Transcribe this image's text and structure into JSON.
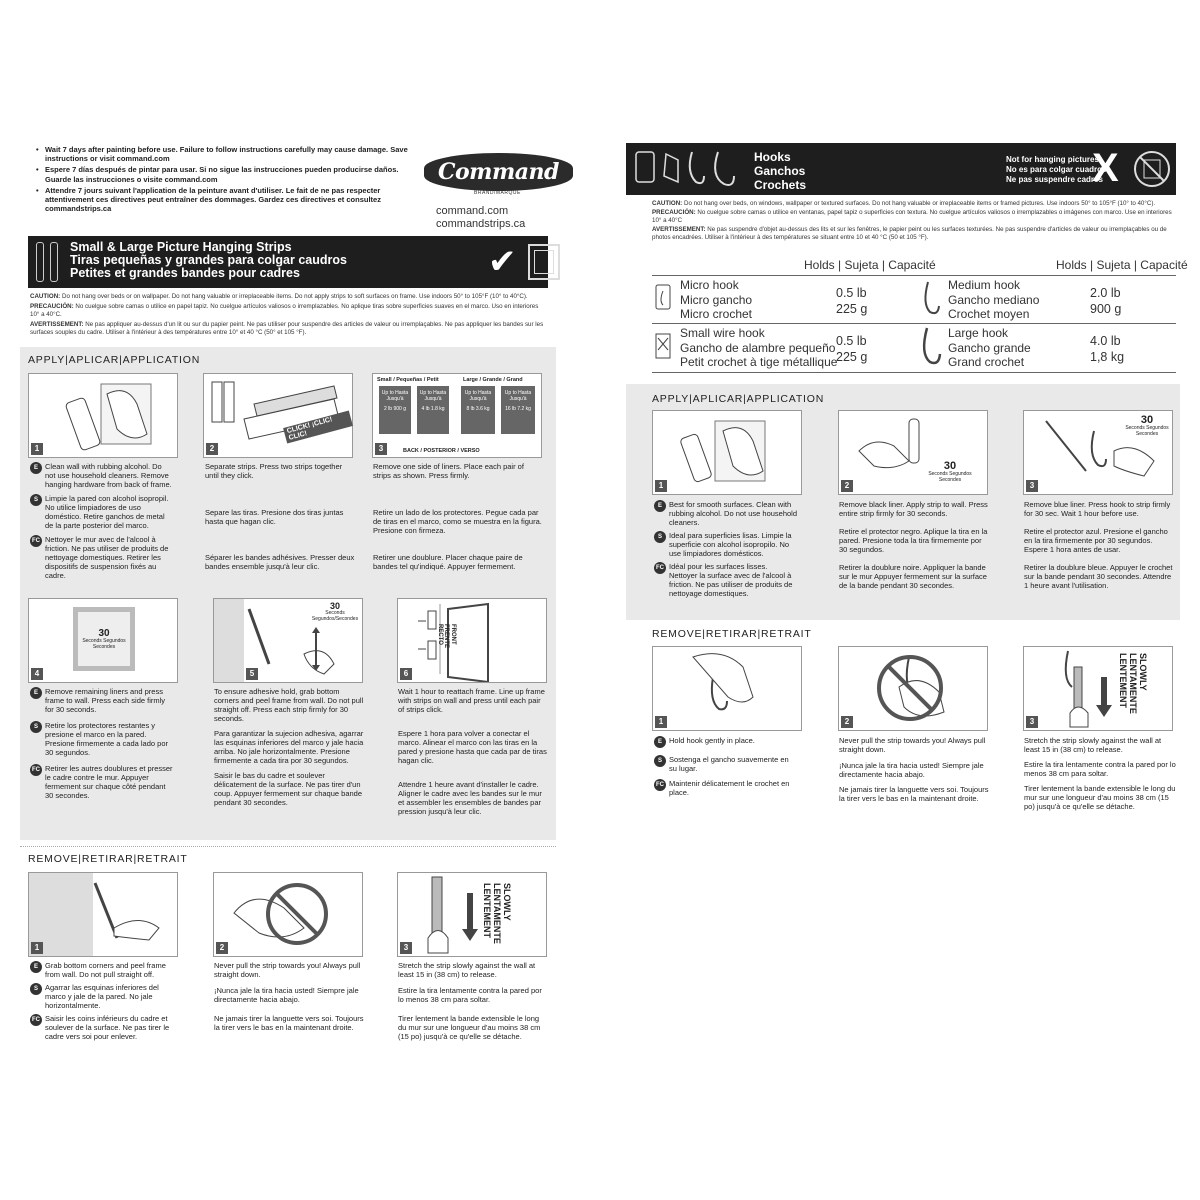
{
  "left": {
    "intro": [
      "Wait 7 days after painting before use. Failure to follow instructions carefully may cause damage. Save instructions or visit command.com",
      "Espere 7 días después de pintar para usar. Si no sigue las instrucciones pueden producirse daños. Guarde las instrucciones o visite command.com",
      "Attendre 7 jours suivant l'application de la peinture avant d'utiliser. Le fait de ne pas respecter attentivement ces directives peut entraîner des dommages. Gardez ces directives et consultez commandstrips.ca"
    ],
    "logo": "Command",
    "logo_sub": "BRAND/MARQUE",
    "url1": "command.com",
    "url2": "commandstrips.ca",
    "banner": [
      "Small & Large Picture Hanging Strips",
      "Tiras pequeñas y grandes para colgar caudros",
      "Petites et grandes bandes pour cadres"
    ],
    "caution": {
      "en_label": "CAUTION:",
      "en": "Do not hang over beds or on wallpaper. Do not hang valuable or irreplaceable items. Do not apply strips to soft surfaces on frame. Use indoors 50° to 105°F (10° to 40°C).",
      "es_label": "PRECAUCIÓN:",
      "es": "No cuelgue sobre camas o utilice en papel tapiz. No cuelgue artículos valiosos o irremplazables. No aplique tiras sobre superficies suaves en el marco. Uso en interiores 10° a 40°C.",
      "fr_label": "AVERTISSEMENT:",
      "fr": "Ne pas appliquer au-dessus d'un lit ou sur du papier peint. Ne pas utiliser pour suspendre des articles de valeur ou irremplaçables. Ne pas appliquer les bandes sur les surfaces souples du cadre. Utiliser à l'intérieur à des températures entre 10° et 40 °C (50° et 105 °F)."
    },
    "apply_title": "APPLY|APLICAR|APPLICATION",
    "apply_steps": [
      {
        "n": "1",
        "e": "Clean wall with rubbing alcohol. Do not use household cleaners. Remove hanging hardware from back of frame.",
        "s": "Limpie la pared con alcohol isopropil. No utilice limpiadores de uso doméstico. Retire ganchos de metal de la parte posterior del marco.",
        "f": "Nettoyer le mur avec de l'alcool à friction. Ne pas utiliser de produits de nettoyage domestiques. Retirer les dispositifs de suspension fixés au cadre."
      },
      {
        "n": "2",
        "e": "Separate strips. Press two strips together until they click.",
        "s": "Separe las tiras. Presione dos tiras juntas hasta que hagan clic.",
        "f": "Séparer les bandes adhésives. Presser deux bandes ensemble jusqu'à leur clic."
      },
      {
        "n": "3",
        "e": "Remove one side of liners. Place each pair of strips as shown. Press firmly.",
        "s": "Retire un lado de los protectores. Pegue cada par de tiras en el marco, como se muestra en la figura. Presione con firmeza.",
        "f": "Retirer une doublure. Placer chaque paire de bandes tel qu'indiqué. Appuyer fermement."
      },
      {
        "n": "4",
        "e": "Remove remaining liners and press frame to wall. Press each side firmly for 30 seconds.",
        "s": "Retire los protectores restantes y presione el marco en la pared. Presione firmemente a cada lado por 30 segundos.",
        "f": "Retirer les autres doublures et presser le cadre contre le mur. Appuyer fermement sur chaque côté pendant 30 secondes."
      },
      {
        "n": "5",
        "e": "To ensure adhesive hold, grab bottom corners and peel frame from wall. Do not pull straight off. Press each strip firmly for 30 seconds.",
        "s": "Para garantizar la sujecion adhesiva, agarrar las esquinas inferiores del marco y jale hacia arriba. No jale horizontalmente. Presione firmemente a cada tira por 30 segundos.",
        "f": "Saisir le bas du cadre et soulever délicatement de la surface. Ne pas tirer d'un coup. Appuyer fermement sur chaque bande pendant 30 secondes."
      },
      {
        "n": "6",
        "e": "Wait 1 hour to reattach frame. Line up frame with strips on wall and press until each pair of strips click.",
        "s": "Espere 1 hora para volver a conectar el marco. Alinear el marco con las tiras en la pared y presione hasta que cada par de tiras hagan clic.",
        "f": "Attendre 1 heure avant d'installer le cadre. Aligner le cadre avec les bandes sur le mur et assembler les ensembles de bandes par pression jusqu'à leur clic."
      }
    ],
    "img": {
      "click": "CLICK! ¡CLIC! CLIC!",
      "size_small": "Small / Pequeñas / Petit",
      "size_large": "Large / Grande / Grand",
      "back": "BACK / POSTERIOR / VERSO",
      "upto": "Up to Hasta Jusqu'à",
      "w1": "2 lb 900 g",
      "w2": "4 lb 1.8 kg",
      "w3": "8 lb 3.6 kg",
      "w4": "16 lb 7.2 kg",
      "thirty": "30",
      "seconds": "Seconds Segundos Secondes",
      "seconds2": "Seconds Segundos/Secondes",
      "front": "FRONT FRENTE RECTO",
      "slowly": "SLOWLY LENTAMENTE LENTEMENT"
    },
    "remove_title": "REMOVE|RETIRAR|RETRAIT",
    "remove_steps": [
      {
        "n": "1",
        "e": "Grab bottom corners and peel frame from wall. Do not pull straight off.",
        "s": "Agarrar las esquinas inferiores del marco y jale de la pared. No jale horizontalmente.",
        "f": "Saisir les coins inférieurs du cadre et soulever de la surface. Ne pas tirer le cadre vers soi pour enlever."
      },
      {
        "n": "2",
        "e": "Never pull the strip towards you! Always pull straight down.",
        "s": "¡Nunca jale la tira hacia usted! Siempre jale directamente hacia abajo.",
        "f": "Ne jamais tirer la languette vers soi. Toujours la tirer vers le bas en la maintenant droite."
      },
      {
        "n": "3",
        "e": "Stretch the strip slowly against the wall at least 15 in (38 cm) to release.",
        "s": "Estire la tira lentamente contra la pared por lo menos 38 cm para soltar.",
        "f": "Tirer lentement la bande extensible le long du mur sur une longueur d'au moins 38 cm (15 po) jusqu'à ce qu'elle se détache."
      }
    ]
  },
  "right": {
    "banner": [
      "Hooks",
      "Ganchos",
      "Crochets"
    ],
    "not_for": [
      "Not for hanging pictures",
      "No es para colgar cuadros",
      "Ne pas suspendre cadres"
    ],
    "x": "X",
    "caution": {
      "en_label": "CAUTION:",
      "en": "Do not hang over beds, on windows, wallpaper or textured surfaces. Do not hang valuable or irreplaceable items or framed pictures. Use indoors 50° to 105°F (10° to 40°C).",
      "es_label": "PRECAUCIÓN:",
      "es": "No cuelgue sobre camas o utilice en ventanas, papel tapiz o superficies con textura. No cuelgue artículos valiosos o irremplazables o imágenes con marco. Use en interiores 10° a 40°C",
      "fr_label": "AVERTISSEMENT:",
      "fr": "Ne pas suspendre d'objet au-dessus des lits et sur les fenêtres, le papier peint ou les surfaces texturées. Ne pas suspendre d'articles de valeur ou irremplaçables ou de photos encadrées. Utiliser à l'intérieur à des températures se situant entre 10 et 40 °C (50 et 105 °F)."
    },
    "holds_header": "Holds | Sujeta | Capacité",
    "hooks": [
      {
        "names": [
          "Micro hook",
          "Micro gancho",
          "Micro crochet"
        ],
        "lb": "0.5 lb",
        "g": "225 g"
      },
      {
        "names": [
          "Medium hook",
          "Gancho mediano",
          "Crochet moyen"
        ],
        "lb": "2.0 lb",
        "g": "900 g"
      },
      {
        "names": [
          "Small wire hook",
          "Gancho de alambre pequeño",
          "Petit crochet à tige métallique"
        ],
        "lb": "0.5 lb",
        "g": "225 g"
      },
      {
        "names": [
          "Large hook",
          "Gancho grande",
          "Grand crochet"
        ],
        "lb": "4.0 lb",
        "g": "1,8 kg"
      }
    ],
    "apply_title": "APPLY|APLICAR|APPLICATION",
    "apply_steps": [
      {
        "n": "1",
        "e": "Best for smooth surfaces. Clean with rubbing alcohol. Do not use household cleaners.",
        "s": "Ideal para superficies lisas. Limpie la superficie con alcohol isopropilo. No use limpiadores domésticos.",
        "f": "Idéal pour les surfaces lisses. Nettoyer la surface avec de l'alcool à friction. Ne pas utiliser de produits de nettoyage domestiques."
      },
      {
        "n": "2",
        "e": "Remove black liner. Apply strip to wall. Press entire strip firmly for 30 seconds.",
        "s": "Retire el protector negro. Aplique la tira en la pared. Presione toda la tira firmemente por 30 segundos.",
        "f": "Retirer la doublure noire. Appliquer la bande sur le mur Appuyer fermement sur la surface de la bande pendant 30 secondes."
      },
      {
        "n": "3",
        "e": "Remove blue liner. Press hook to strip firmly for 30 sec. Wait 1 hour before use.",
        "s": "Retire el protector azul. Presione el gancho en la tira firmemente por 30 segundos. Espere 1 hora antes de usar.",
        "f": "Retirer la doublure bleue. Appuyer le crochet sur la bande pendant 30 secondes. Attendre 1 heure avant l'utilisation."
      }
    ],
    "remove_title": "REMOVE|RETIRAR|RETRAIT",
    "remove_steps": [
      {
        "n": "1",
        "e": "Hold hook gently in place.",
        "s": "Sostenga el gancho suavemente en su lugar.",
        "f": "Maintenir délicatement le crochet en place."
      },
      {
        "n": "2",
        "e": "Never pull the strip towards you! Always pull straight down.",
        "s": "¡Nunca jale la tira hacia usted! Siempre jale directamente hacia abajo.",
        "f": "Ne jamais tirer la languette vers soi. Toujours la tirer vers le bas en la maintenant droite."
      },
      {
        "n": "3",
        "e": "Stretch the strip slowly against the wall at least 15 in (38 cm) to release.",
        "s": "Estire la tira lentamente contra la pared por lo menos 38 cm para soltar.",
        "f": "Tirer lentement la bande extensible le long du mur sur une longueur d'au moins 38 cm (15 po) jusqu'à ce qu'elle se détache."
      }
    ]
  },
  "lang_codes": {
    "e": "E",
    "s": "S",
    "f": "FC"
  }
}
